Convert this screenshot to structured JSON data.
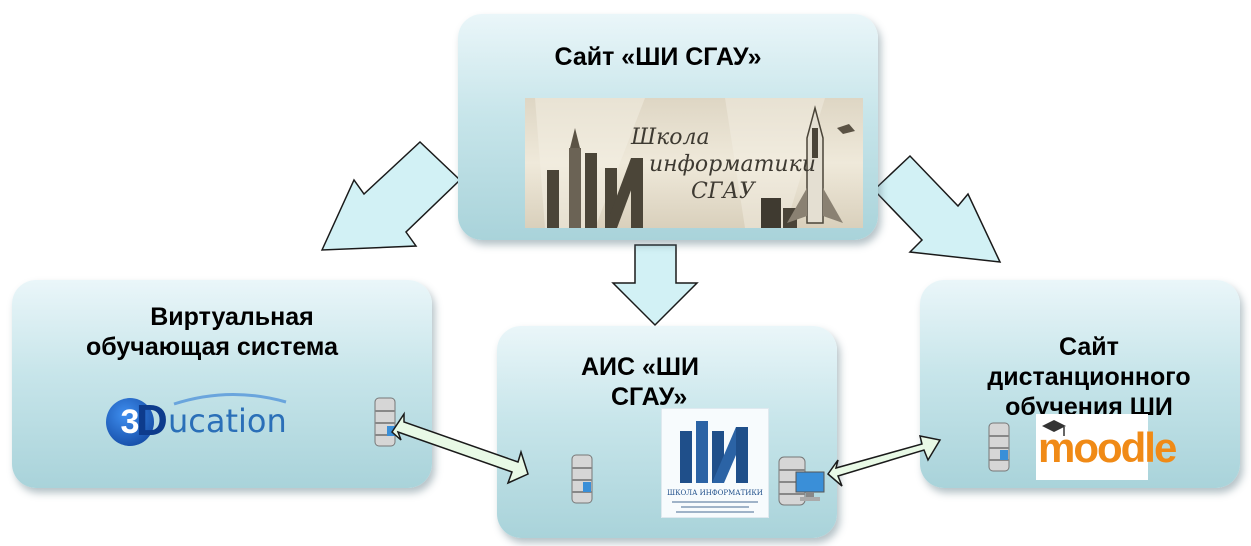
{
  "boxes": {
    "top": {
      "title": "Сайт «ШИ СГАУ»"
    },
    "left": {
      "title_line1": "Виртуальная",
      "title_line2": "обучающая система"
    },
    "center": {
      "title_line1": "АИС «ШИ",
      "title_line2": "СГАУ»"
    },
    "right": {
      "title_line1": "Сайт",
      "title_line2": "дистанционного",
      "title_line3": "обучения ШИ"
    }
  },
  "banner": {
    "line1": "Школа",
    "line2": "информатики",
    "line3": "СГАУ"
  },
  "logos": {
    "education": {
      "digit": "3",
      "letter": "D",
      "rest": "ucation"
    },
    "moodle": {
      "text": "moodle"
    },
    "school_caption": "ШКОЛА ИНФОРМАТИКИ"
  },
  "colors": {
    "box_fill": "#c7e5ea",
    "arrow_fill": "#d2f1f5",
    "double_arrow_fill": "#e8f9e6"
  }
}
